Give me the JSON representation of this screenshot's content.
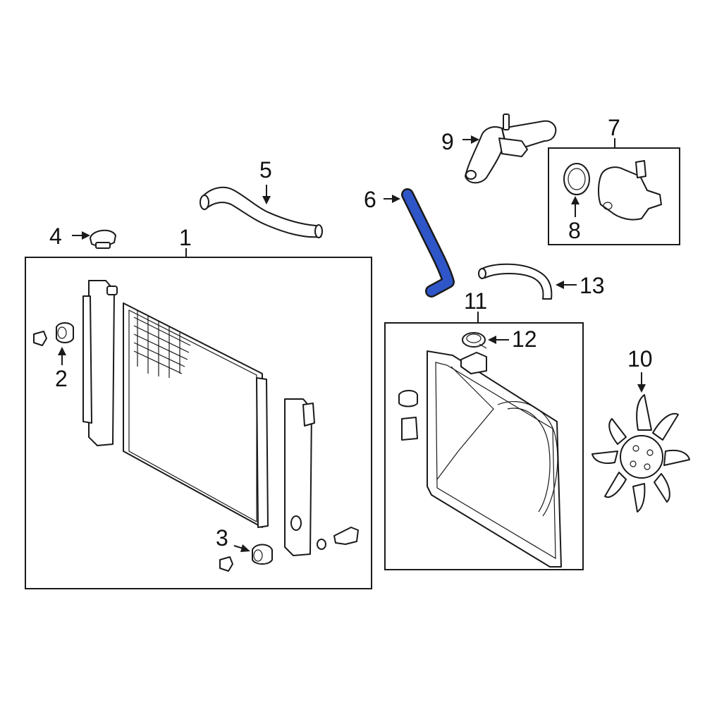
{
  "diagram": {
    "highlight_color": "#2f56c8",
    "line_color": "#1a1a1a",
    "callouts": {
      "c1": "1",
      "c2": "2",
      "c3": "3",
      "c4": "4",
      "c5": "5",
      "c6": "6",
      "c7": "7",
      "c8": "8",
      "c9": "9",
      "c10": "10",
      "c11": "11",
      "c12": "12",
      "c13": "13"
    }
  }
}
